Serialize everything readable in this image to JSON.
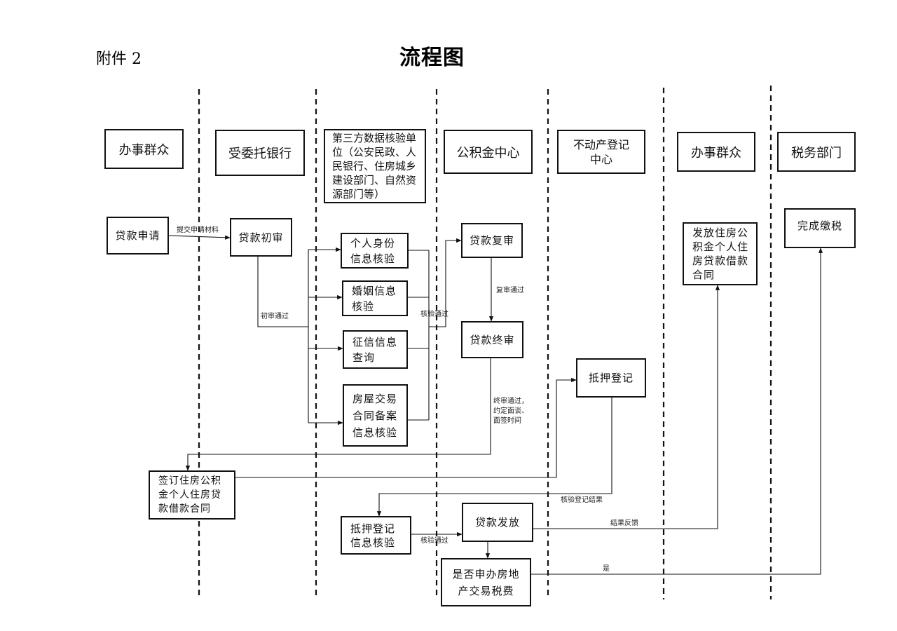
{
  "annex_label": "附件 2",
  "title": "流程图",
  "lanes": [
    {
      "label": "办事群众"
    },
    {
      "label": "受委托银行"
    },
    {
      "label": "第三方数据核验单位（公安民政、人民银行、住房城乡建设部门、自然资源部门等）"
    },
    {
      "label": "公积金中心"
    },
    {
      "label": "不动产登记中心"
    },
    {
      "label": "办事群众"
    },
    {
      "label": "税务部门"
    }
  ],
  "steps": {
    "apply": "贷款申请",
    "initial_review": "贷款初审",
    "id_check": "个人身份信息核验",
    "marriage_check": "婚姻信息核验",
    "credit_check": "征信信息查询",
    "house_check": "房屋交易合同备案信息核验",
    "second_review": "贷款复审",
    "final_review": "贷款终审",
    "mortgage_reg": "抵押登记",
    "sign_contract": "签订住房公积金个人住房贷款借款合同",
    "mortgage_check": "抵押登记信息核验",
    "disburse": "贷款发放",
    "tax_question": "是否申办房地产交易税费",
    "issue_contract": "发放住房公积金个人住房贷款借款合同",
    "tax_done": "完成缴税"
  },
  "edge_labels": {
    "submit": "提交申请材料",
    "initial_pass": "初审通过",
    "check_pass": "核验通过",
    "second_pass": "复审通过",
    "final_pass": "终审通过，\n约定面谈、\n面签时间",
    "reg_result": "核验登记结果",
    "check_pass2": "核验通过",
    "feedback": "结果反馈",
    "yes": "是"
  }
}
